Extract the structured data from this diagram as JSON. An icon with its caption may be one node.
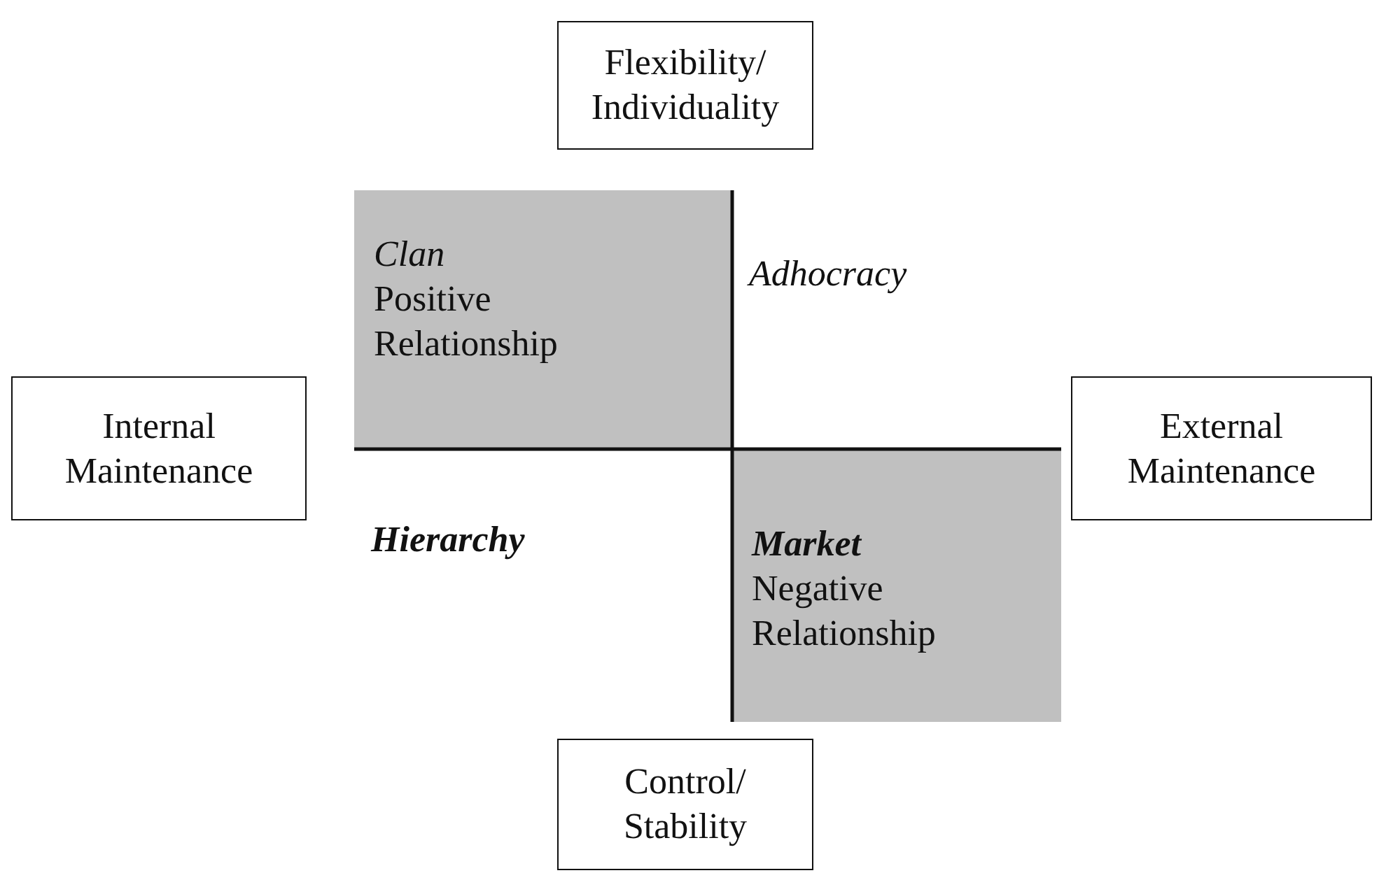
{
  "diagram": {
    "nodes": [
      {
        "text": [
          "Flexibility/ Individuality"
        ]
      },
      {
        "text": [
          "Clan",
          "Positive Relationship"
        ]
      },
      {
        "text": [
          "Internal Maintenance"
        ]
      },
      {
        "text": [
          "External Maintenance"
        ]
      },
      {
        "text": [
          "Market",
          "Negative Relationship"
        ]
      },
      {
        "text": [
          "Control/ Stability"
        ]
      }
    ],
    "edges": [],
    "labels": [
      "Adhocracy",
      "Hierarchy"
    ]
  }
}
